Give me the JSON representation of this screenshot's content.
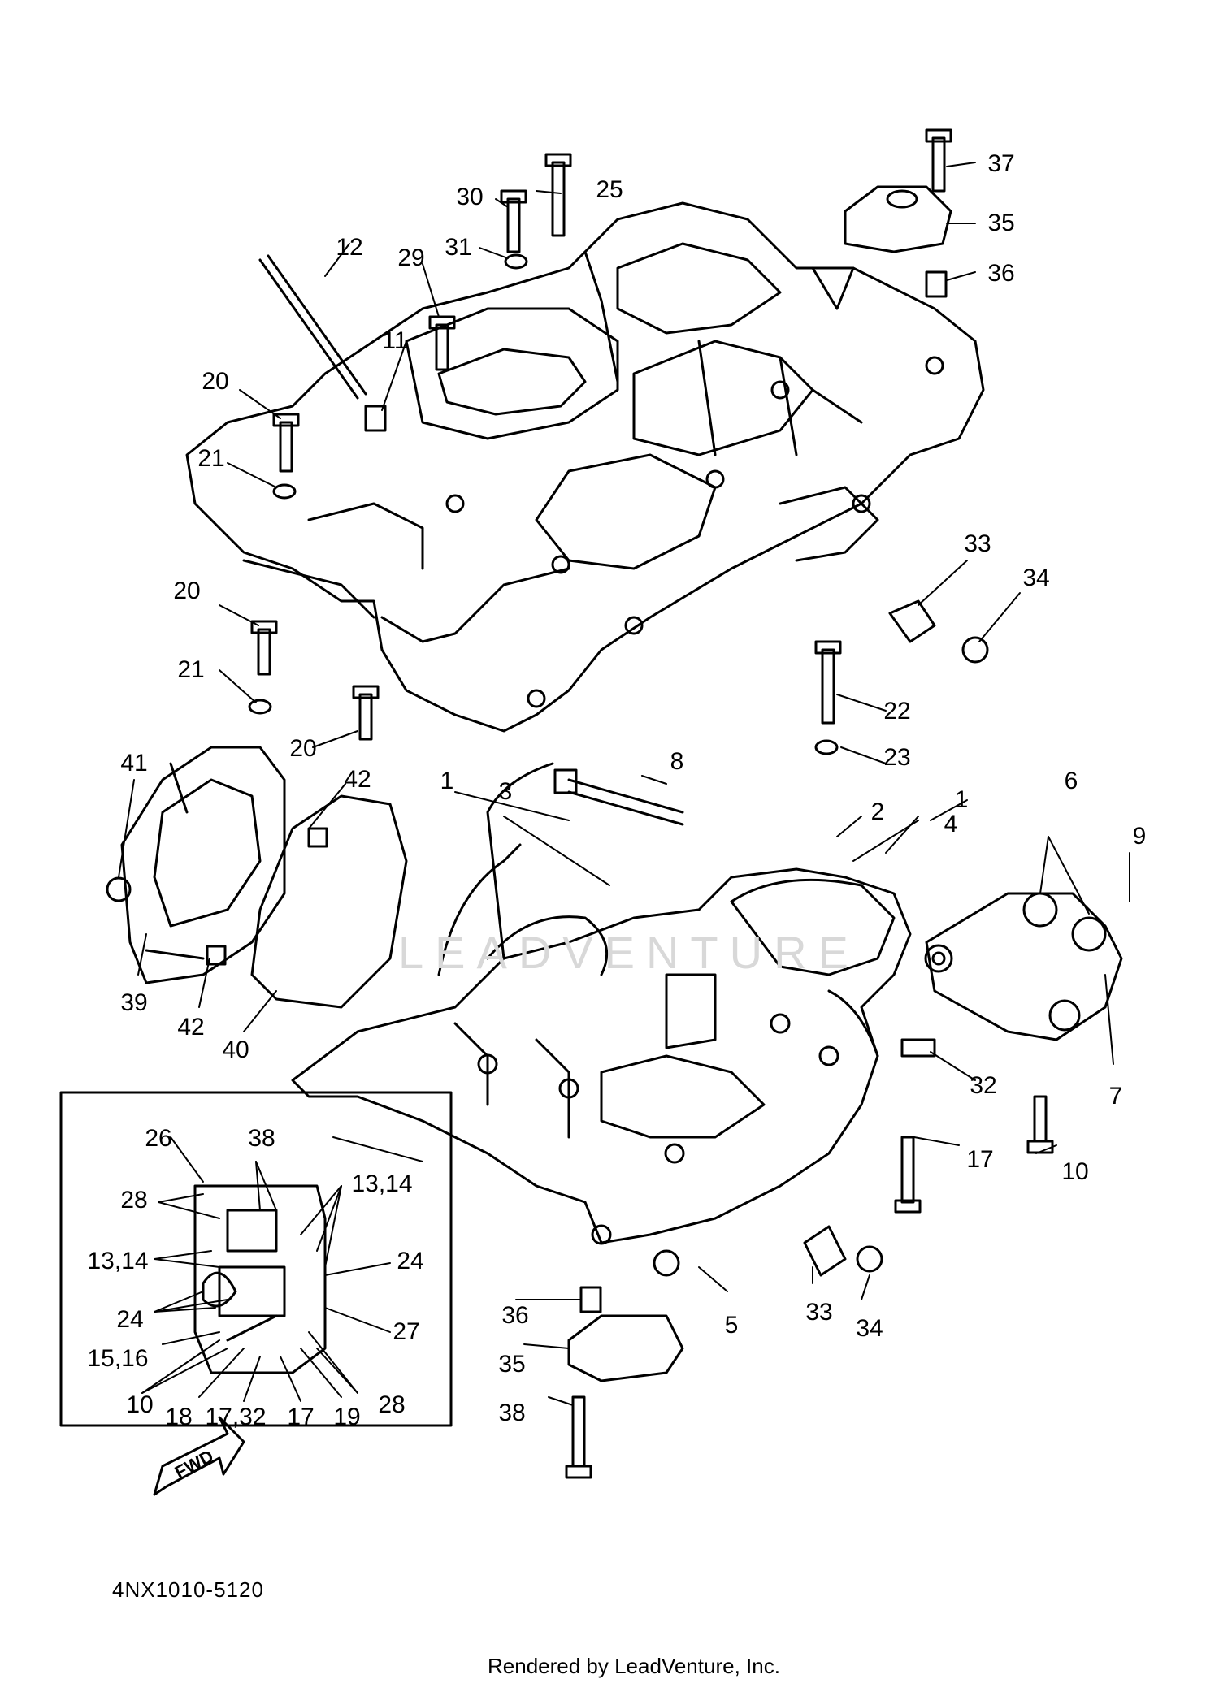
{
  "diagram": {
    "part_code": "4NX1010-5120",
    "watermark": "LEADVENTURE",
    "footer": "Rendered by LeadVenture, Inc.",
    "fwd_label": "FWD"
  },
  "callouts": {
    "c37": "37",
    "c35a": "35",
    "c36a": "36",
    "c30": "30",
    "c25": "25",
    "c12": "12",
    "c29": "29",
    "c31": "31",
    "c11": "11",
    "c20a": "20",
    "c21a": "21",
    "c20b": "20",
    "c21b": "21",
    "c20c": "20",
    "c22": "22",
    "c23": "23",
    "c33a": "33",
    "c34a": "34",
    "c8": "8",
    "c1a": "1",
    "c3": "3",
    "c2": "2",
    "c1b": "1",
    "c4": "4",
    "c6": "6",
    "c9": "9",
    "c41": "41",
    "c42a": "42",
    "c39": "39",
    "c42b": "42",
    "c40": "40",
    "c7": "7",
    "c32": "32",
    "c17": "17",
    "c10": "10",
    "c5": "5",
    "c33b": "33",
    "c34b": "34",
    "c36b": "36",
    "c35b": "35",
    "c38": "38"
  },
  "inset": {
    "c26": "26",
    "c38": "38",
    "c28a": "28",
    "c1314a": "13,14",
    "c1314b": "13,14",
    "c24a": "24",
    "c24b": "24",
    "c27": "27",
    "c1516": "15,16",
    "c28b": "28",
    "c10": "10",
    "c18": "18",
    "c1732": "17,32",
    "c17": "17",
    "c19": "19"
  }
}
